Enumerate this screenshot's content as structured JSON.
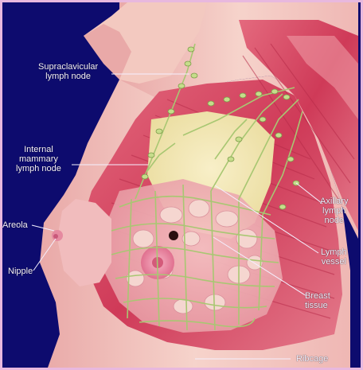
{
  "colors": {
    "background": "#0d0b6e",
    "border": "#e8b8de",
    "skin": "#f2c7bf",
    "muscle": "#d84a63",
    "tissue": "#f4e6b5",
    "lymph": "#a7c873",
    "label": "#f4f0ff"
  },
  "labels": {
    "supraclavicular": [
      "Supraclavicular",
      "lymph node"
    ],
    "internal_mammary": [
      "Internal",
      "mammary",
      "lymph node"
    ],
    "areola": "Areola",
    "nipple": "Nipple",
    "axillary": [
      "Axillary",
      "lymph",
      "node"
    ],
    "lymph_vessel": [
      "Lymph",
      "vessel"
    ],
    "breast_tissue": [
      "Breast",
      "tissue"
    ],
    "ribcage": "Ribcage"
  }
}
